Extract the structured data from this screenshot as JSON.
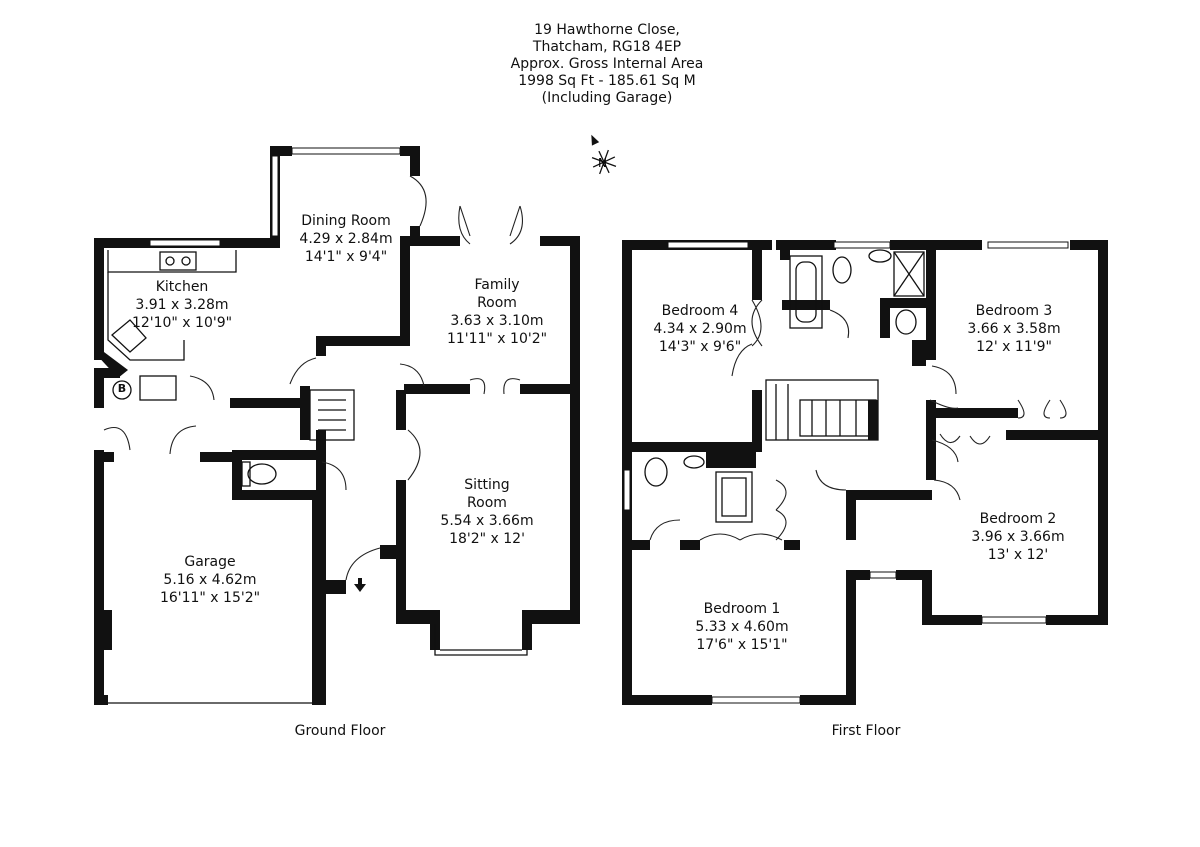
{
  "header": {
    "address_line1": "19 Hawthorne Close,",
    "address_line2": "Thatcham, RG18 4EP",
    "area_title": "Approx. Gross Internal Area",
    "area_value": "1998 Sq Ft  -  185.61 Sq M",
    "area_note": "(Including Garage)"
  },
  "compass": {
    "label": "N"
  },
  "ground_floor": {
    "label": "Ground Floor",
    "rooms": [
      {
        "name": "Kitchen",
        "metric": "3.91 x 3.28m",
        "imperial": "12'10\" x 10'9\""
      },
      {
        "name": "Dining Room",
        "metric": "4.29 x 2.84m",
        "imperial": "14'1\" x 9'4\""
      },
      {
        "name": "Family Room",
        "metric": "3.63 x 3.10m",
        "imperial": "11'11\" x 10'2\""
      },
      {
        "name": "Sitting Room",
        "metric": "5.54 x 3.66m",
        "imperial": "18'2\" x 12'"
      },
      {
        "name": "Garage",
        "metric": "5.16 x 4.62m",
        "imperial": "16'11\" x 15'2\""
      }
    ],
    "boiler_label": "B"
  },
  "first_floor": {
    "label": "First Floor",
    "rooms": [
      {
        "name": "Bedroom 4",
        "metric": "4.34 x 2.90m",
        "imperial": "14'3\" x 9'6\""
      },
      {
        "name": "Bedroom 3",
        "metric": "3.66 x 3.58m",
        "imperial": "12' x 11'9\""
      },
      {
        "name": "Bedroom 2",
        "metric": "3.96 x 3.66m",
        "imperial": "13' x 12'"
      },
      {
        "name": "Bedroom 1",
        "metric": "5.33 x 4.60m",
        "imperial": "17'6\" x 15'1\""
      }
    ]
  }
}
